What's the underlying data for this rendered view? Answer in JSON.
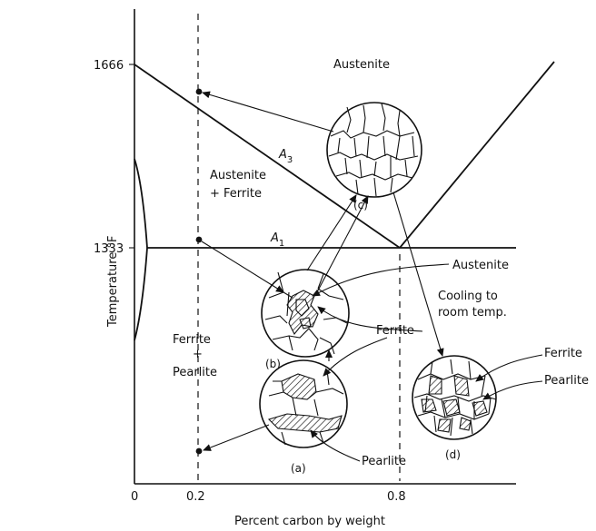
{
  "axes": {
    "y_label": "Temperature °F",
    "x_label": "Percent carbon by weight",
    "y_ticks": [
      "1666",
      "1333"
    ],
    "x_ticks": [
      "0",
      "0.2",
      "0.8"
    ]
  },
  "regions": {
    "austenite": "Austenite",
    "austenite_ferrite_1": "Austenite",
    "austenite_ferrite_2": "+ Ferrite",
    "ferrite_pearlite_1": "Ferrite",
    "ferrite_pearlite_2": "+",
    "ferrite_pearlite_3": "Pearlite"
  },
  "lines": {
    "a3": "A",
    "a3_sub": "3",
    "a1": "A",
    "a1_sub": "1"
  },
  "micrographs": {
    "a": "(a)",
    "b": "(b)",
    "c": "(c)",
    "d": "(d)"
  },
  "annotations": {
    "austenite": "Austenite",
    "ferrite_b": "Ferrite",
    "pearlite_a": "Pearlite",
    "cooling_1": "Cooling to",
    "cooling_2": "room temp.",
    "ferrite_d": "Ferrite",
    "pearlite_d": "Pearlite"
  },
  "colors": {
    "ink": "#111111",
    "paper": "#ffffff"
  }
}
